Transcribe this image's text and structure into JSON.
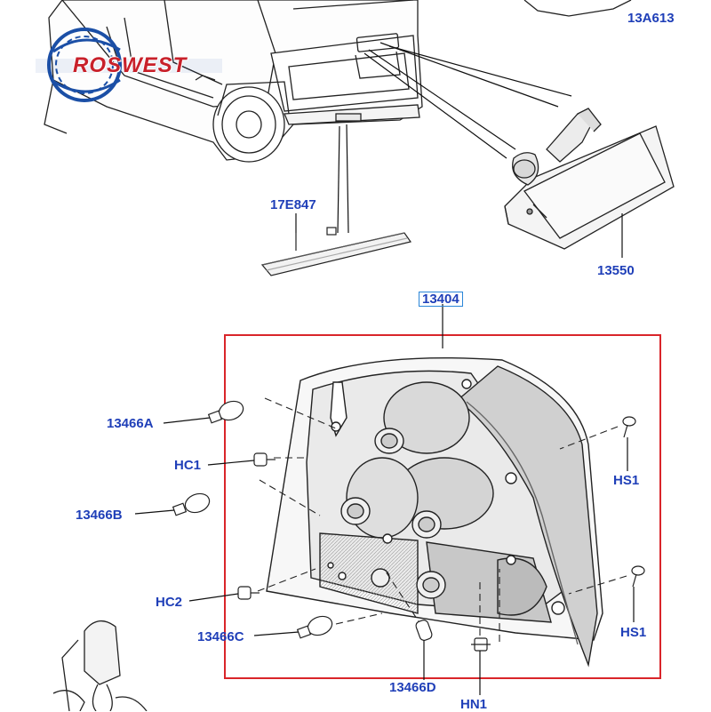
{
  "watermark": {
    "brand": "ROSWEST",
    "colors": {
      "ring": "#1b4fa6",
      "text": "#c8202a"
    }
  },
  "callout_box": {
    "border_color": "#d9252a"
  },
  "parts": [
    {
      "key": "13A613",
      "label": "13A613"
    },
    {
      "key": "17E847",
      "label": "17E847"
    },
    {
      "key": "13550",
      "label": "13550"
    },
    {
      "key": "13404",
      "label": "13404"
    },
    {
      "key": "13466A",
      "label": "13466A"
    },
    {
      "key": "HC1",
      "label": "HC1"
    },
    {
      "key": "13466B",
      "label": "13466B"
    },
    {
      "key": "HC2",
      "label": "HC2"
    },
    {
      "key": "13466C",
      "label": "13466C"
    },
    {
      "key": "13466D",
      "label": "13466D"
    },
    {
      "key": "HN1",
      "label": "HN1"
    },
    {
      "key": "HS1-upper",
      "label": "HS1"
    },
    {
      "key": "HS1-lower",
      "label": "HS1"
    }
  ],
  "label_color": "#1f3fb8"
}
